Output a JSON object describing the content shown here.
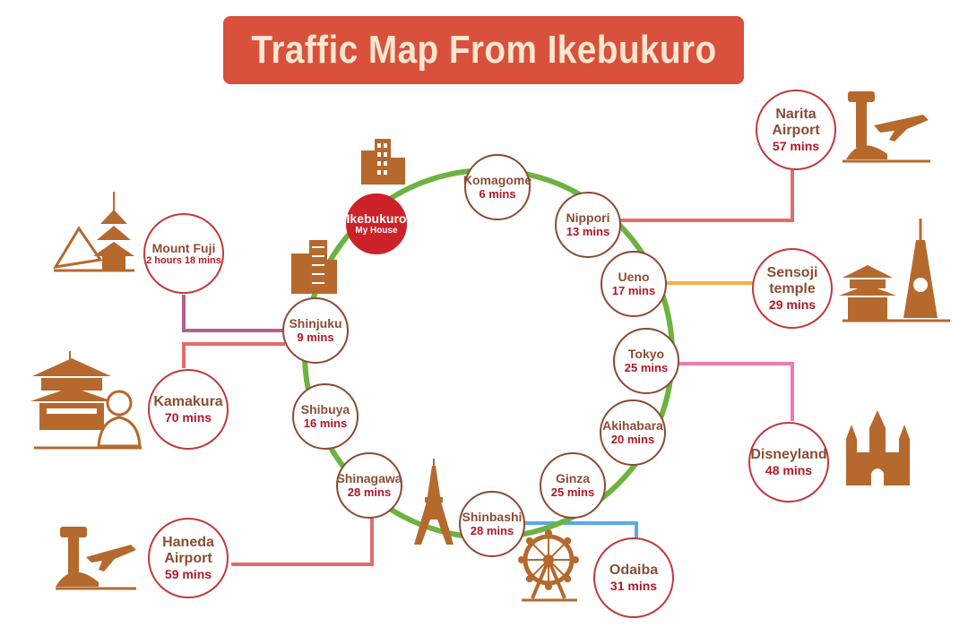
{
  "title": "Traffic Map From Ikebukuro",
  "colors": {
    "title_bg": "#d9503d",
    "title_text": "#fbe7cf",
    "loop_line": "#6cb33f",
    "node_border": "#8b4a33",
    "station_name": "#8a4d33",
    "travel_time": "#b0172a",
    "home_fill": "#cc2229",
    "icon_brown": "#b5692d",
    "connector_red": "#e56b6b",
    "connector_purple": "#b2608f",
    "connector_orange": "#f0b24a",
    "connector_pink": "#ee7ab5",
    "connector_blue": "#5aa8e6"
  },
  "home": {
    "name": "Ikebukuro",
    "note": "My House"
  },
  "stations": [
    {
      "id": "komagome",
      "name": "Komagome",
      "time": "6 mins"
    },
    {
      "id": "nippori",
      "name": "Nippori",
      "time": "13 mins"
    },
    {
      "id": "ueno",
      "name": "Ueno",
      "time": "17 mins"
    },
    {
      "id": "tokyo",
      "name": "Tokyo",
      "time": "25 mins"
    },
    {
      "id": "akihabara",
      "name": "Akihabara",
      "time": "20 mins"
    },
    {
      "id": "ginza",
      "name": "Ginza",
      "time": "25 mins"
    },
    {
      "id": "shinbashi",
      "name": "Shinbashi",
      "time": "28 mins"
    },
    {
      "id": "shinagawa",
      "name": "Shinagawa",
      "time": "28 mins"
    },
    {
      "id": "shibuya",
      "name": "Shibuya",
      "time": "16 mins"
    },
    {
      "id": "shinjuku",
      "name": "Shinjuku",
      "time": "9 mins"
    }
  ],
  "destinations": [
    {
      "id": "narita",
      "name_lines": [
        "Narita",
        "Airport"
      ],
      "time": "57 mins",
      "via": "nippori",
      "icon": "airport-icon"
    },
    {
      "id": "sensoji",
      "name_lines": [
        "Sensoji",
        "temple"
      ],
      "time": "29 mins",
      "via": "ueno",
      "icon": "temple-tower-icon"
    },
    {
      "id": "disneyland",
      "name_lines": [
        "Disneyland"
      ],
      "time": "48 mins",
      "via": "tokyo",
      "icon": "castle-icon"
    },
    {
      "id": "odaiba",
      "name_lines": [
        "Odaiba"
      ],
      "time": "31 mins",
      "via": "shinbashi",
      "icon": "ferris-wheel-icon"
    },
    {
      "id": "haneda",
      "name_lines": [
        "Haneda",
        "Airport"
      ],
      "time": "59 mins",
      "via": "shinagawa",
      "icon": "airport-icon"
    },
    {
      "id": "kamakura",
      "name_lines": [
        "Kamakura"
      ],
      "time": "70 mins",
      "via": "shinjuku",
      "icon": "buddha-temple-icon"
    },
    {
      "id": "mountfuji",
      "name_lines": [
        "Mount Fuji"
      ],
      "time": "2 hours 18 mins",
      "via": "shinjuku",
      "icon": "pagoda-mountain-icon"
    }
  ],
  "decorations": [
    "buildings-icon",
    "office-tower-icon",
    "tokyo-tower-icon"
  ]
}
